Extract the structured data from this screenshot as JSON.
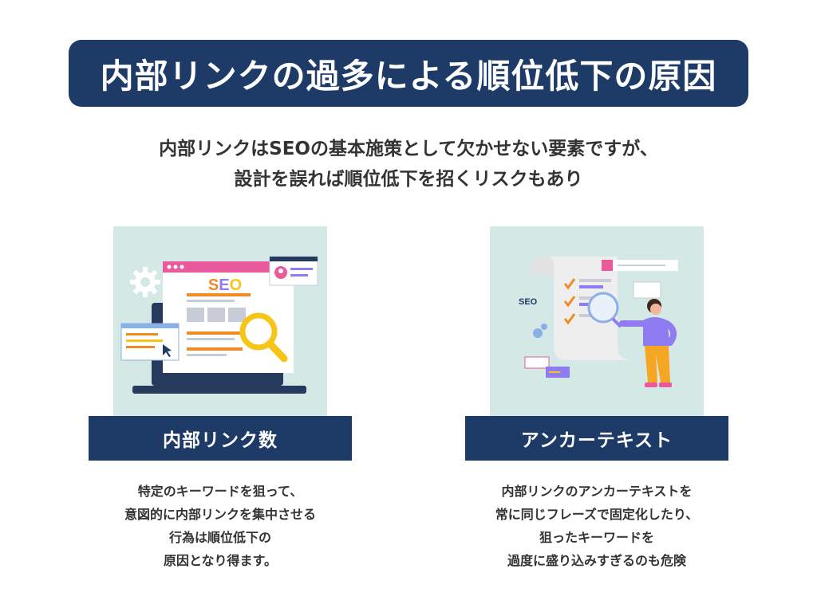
{
  "title": "内部リンクの過多による順位低下の原因",
  "intro": {
    "line1": "内部リンクはSEOの基本施策として欠かせない要素ですが、",
    "line2": "設計を誤れば順位低下を招くリスクもあり"
  },
  "cards": [
    {
      "label": "内部リンク数",
      "illustration_text": "SEO",
      "desc": [
        "特定のキーワードを狙って、",
        "意図的に内部リンクを集中させる",
        "行為は順位低下の",
        "原因となり得ます。"
      ]
    },
    {
      "label": "アンカーテキスト",
      "illustration_text": "SEO",
      "desc": [
        "内部リンクのアンカーテキストを",
        "常に同じフレーズで固定化したり、",
        "狙ったキーワードを",
        "過度に盛り込みすぎるのも危険"
      ]
    }
  ],
  "colors": {
    "navy": "#1e3a66",
    "illustration_bg": "#d4e8e6",
    "accent_orange": "#f08a24",
    "accent_yellow": "#f5c518",
    "accent_purple": "#8e7cf0",
    "accent_pink": "#e85a9b"
  }
}
